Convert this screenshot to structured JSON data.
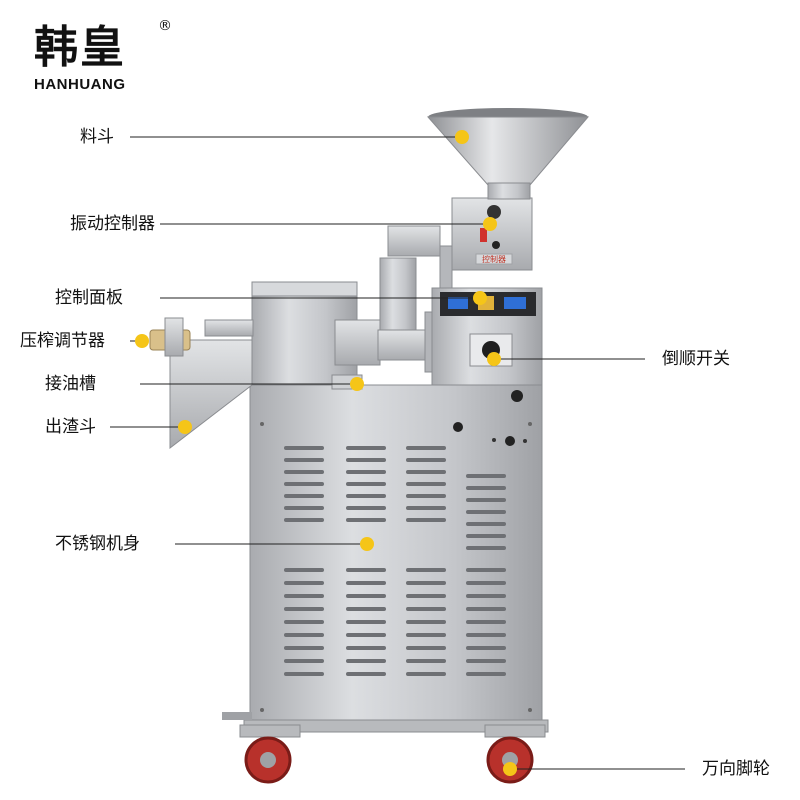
{
  "brand": {
    "name_cn": "韩皇",
    "registered": "®",
    "name_en": "HANHUANG"
  },
  "callouts": {
    "hopper": "料斗",
    "vibration_controller": "振动控制器",
    "control_panel": "控制面板",
    "press_adjuster": "压榨调节器",
    "oil_tray": "接油槽",
    "residue_chute": "出渣斗",
    "body": "不锈钢机身",
    "reverse_switch": "倒顺开关",
    "casters": "万向脚轮"
  },
  "colors": {
    "callout_dot": "#f5c518",
    "steel": "#c9cbcf",
    "steel_dark": "#9a9ca0",
    "wheel_red": "#c0392b",
    "line": "#222222"
  },
  "machine_text": {
    "controller_plate": "控制器"
  }
}
